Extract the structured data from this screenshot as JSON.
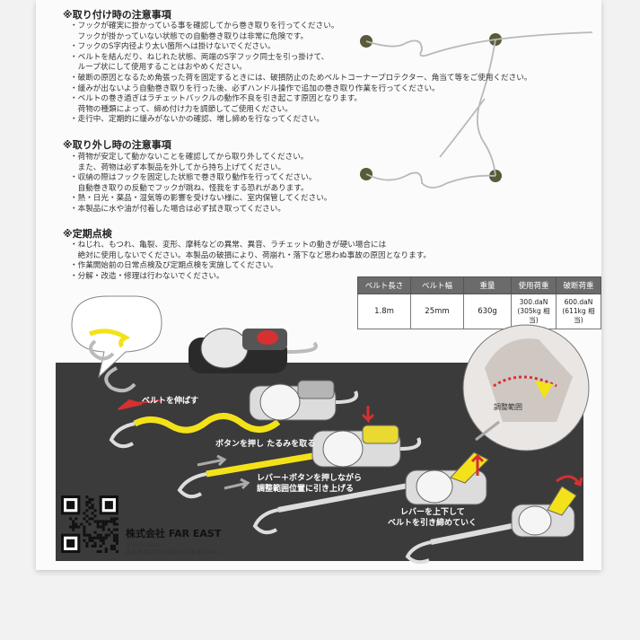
{
  "sections": {
    "install": {
      "heading": "※取り付け時の注意事項",
      "lines": [
        "・フックが確実に掛かっている事を確認してから巻き取りを行ってください。",
        "　フックが掛かっていない状態での自動巻き取りは非常に危険です。",
        "・フックのS字内径より太い箇所へは掛けないでください。",
        "・ベルトを結んだり、ねじれた状態、両端のS字フック同士を引っ掛けて、",
        "　ループ状にして使用することはおやめください。",
        "・破断の原因となるため角張った荷を固定するときには、破損防止のためベルトコーナープロテクター、角当て等をご使用ください。",
        "・緩みが出ないよう自動巻き取りを行った後、必ずハンドル操作で追加の巻き取り作業を行ってください。",
        "・ベルトの巻き過ぎはラチェットバックルの動作不良を引き起こす原因となります。",
        "　荷物の種類によって、締め付け力を調節してご使用ください。",
        "・走行中、定期的に緩みがないかの確認、増し締めを行なってください。"
      ]
    },
    "removal": {
      "heading": "※取り外し時の注意事項",
      "lines": [
        "・荷物が安定して動かないことを確認してから取り外してください。",
        "　また、荷物は必ず本製品を外してから持ち上げてください。",
        "・収納の際はフックを固定した状態で巻き取り動作を行ってください。",
        "　自動巻き取りの反動でフックが跳ね、怪我をする恐れがあります。",
        "・熱・日光・薬品・湿気等の影響を受けない様に、室内保管してください。",
        "・本製品に水や油が付着した場合は必ず拭き取ってください。"
      ]
    },
    "inspection": {
      "heading": "※定期点検",
      "lines": [
        "・ねじれ、もつれ、亀裂、変形、摩耗などの異常、異音、ラチェットの動きが硬い場合には",
        "　絶対に使用しないでください。本製品の破損により、荷崩れ・落下など思わぬ事故の原因となります。",
        "・作業開始前の日常点検及び定期点検を実施してください。",
        "・分解・改造・修理は行わないでください。"
      ]
    }
  },
  "spec_table": {
    "headers": [
      "ベルト長さ",
      "ベルト幅",
      "重量",
      "使用荷重",
      "破断荷重"
    ],
    "row": {
      "length": "1.8m",
      "width": "25mm",
      "weight": "630g",
      "working_load": "300.daN",
      "working_load_kg": "(305kg 相当)",
      "breaking_load": "600.daN",
      "breaking_load_kg": "(611kg 相当)"
    }
  },
  "diagram": {
    "inset_label": "調整範囲",
    "steps": [
      "ベルトを伸ばす",
      "ボタンを押し たるみを取る",
      "レバー＋ボタンを押しながら",
      "調整範囲位置に引き上げる",
      "レバーを上下して",
      "ベルトを引き締めていく"
    ]
  },
  "company": {
    "name": "株式会社 FAR EAST",
    "postal": "〒650-0004",
    "address": "兵庫県神戸市中央区中山手通2-24-1"
  },
  "colors": {
    "panel": "#3b3b3b",
    "belt_yellow": "#f3e21a",
    "arrow_red": "#d63030",
    "table_header": "#6b6b6b"
  }
}
